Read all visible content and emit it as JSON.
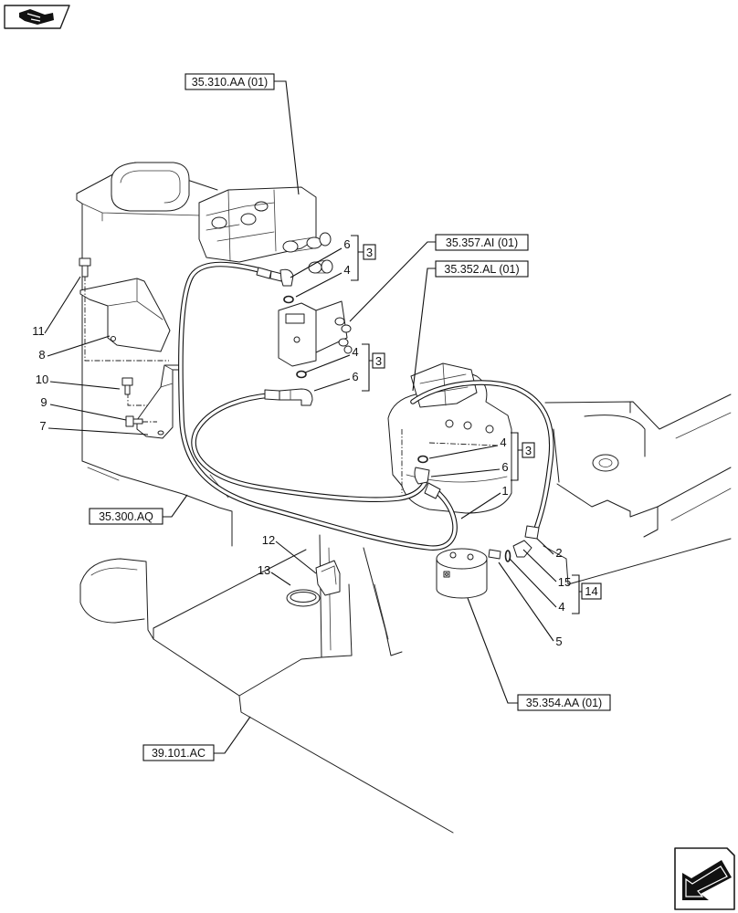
{
  "icons": {
    "page_nav": "hand-pointer-icon",
    "next_page": "next-page-arrow-icon"
  },
  "colors": {
    "line": "#111111",
    "background": "#ffffff"
  },
  "references": [
    {
      "text": "35.310.AA (01)"
    },
    {
      "text": "35.357.AI (01)"
    },
    {
      "text": "35.352.AL (01)"
    },
    {
      "text": "35.300.AQ"
    },
    {
      "text": "35.354.AA (01)"
    },
    {
      "text": "39.101.AC"
    }
  ],
  "part_callouts": [
    "6",
    "4",
    "11",
    "8",
    "10",
    "9",
    "7",
    "4",
    "6",
    "4",
    "6",
    "1",
    "12",
    "13",
    "2",
    "15",
    "4",
    "5"
  ],
  "group_callouts": [
    "3",
    "3",
    "3",
    "14"
  ]
}
